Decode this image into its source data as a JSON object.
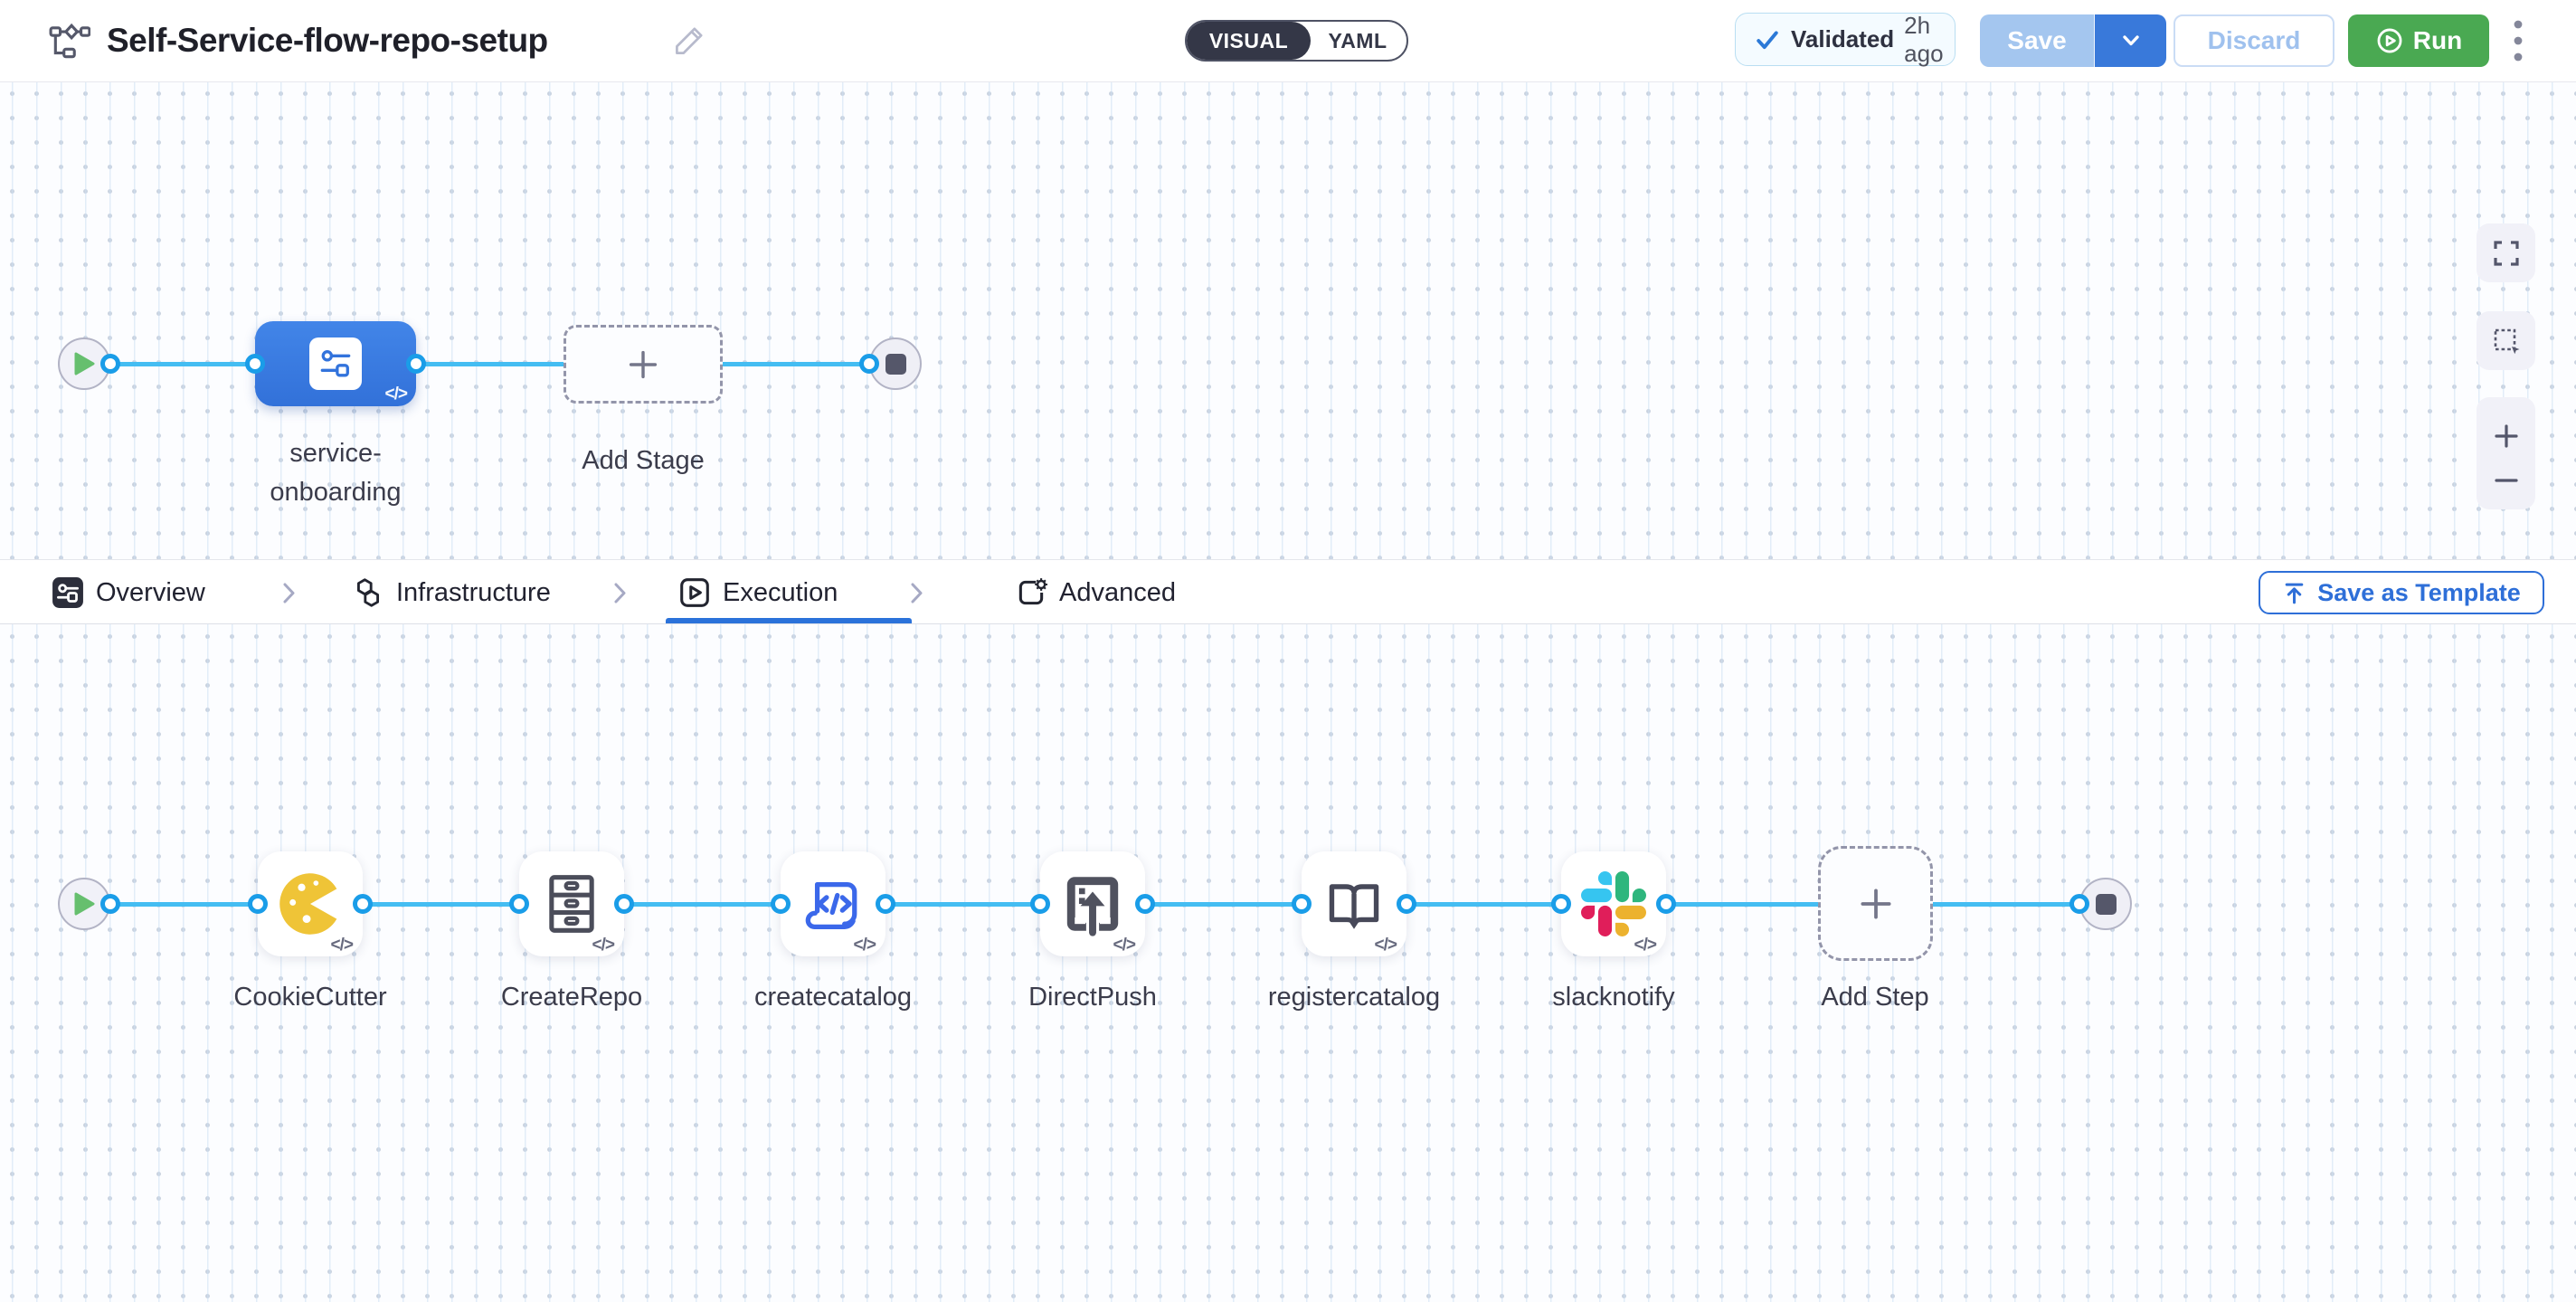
{
  "header": {
    "title": "Self-Service-flow-repo-setup",
    "toggle": {
      "visual": "VISUAL",
      "yaml": "YAML"
    },
    "validated_label": "Validated",
    "validated_time": "2h ago",
    "save": "Save",
    "discard": "Discard",
    "run": "Run"
  },
  "stage_canvas": {
    "stage_name": "service-onboarding",
    "add_stage": "Add Stage"
  },
  "tabs": {
    "items": [
      {
        "label": "Overview"
      },
      {
        "label": "Infrastructure"
      },
      {
        "label": "Execution"
      },
      {
        "label": "Advanced"
      }
    ],
    "active": "Execution",
    "save_as_template": "Save as Template"
  },
  "step_canvas": {
    "steps": [
      {
        "name": "CookieCutter"
      },
      {
        "name": "CreateRepo"
      },
      {
        "name": "createcatalog"
      },
      {
        "name": "DirectPush"
      },
      {
        "name": "registercatalog"
      },
      {
        "name": "slacknotify"
      }
    ],
    "add_step": "Add Step",
    "code_badge": "</>"
  },
  "icons": {
    "pipeline-icon": "flowchart diamond with connected boxes",
    "edit-icon": "pencil",
    "validated-icon": "blue checkmark",
    "run-icon": "circled play",
    "kebab-icon": "three vertical dots",
    "fit-view-icon": "four corner brackets",
    "marquee-select-icon": "dashed square with cursor",
    "zoom-in-icon": "plus",
    "zoom-out-icon": "minus",
    "upload-icon": "arrow up with top bar"
  },
  "colors": {
    "accent_blue": "#2e6fd8",
    "edge_blue": "#44bdf2",
    "connector_blue": "#1a9de8",
    "stage_node_blue": "#3a7de2",
    "run_green": "#4aa952",
    "save_disabled_blue": "#a4c6ef",
    "slack": [
      "#36C5F0",
      "#2EB67D",
      "#E01E5A",
      "#ECB22E"
    ],
    "cookie_yellow": "#efc437"
  }
}
